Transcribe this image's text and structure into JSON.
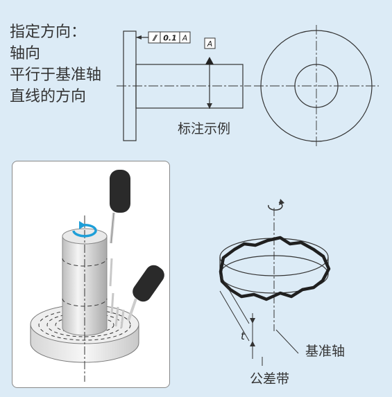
{
  "description_lines": [
    "指定方向：",
    "轴向",
    "平行于基准轴",
    "直线的方向"
  ],
  "top_drawing": {
    "caption": "标注示例",
    "frame_symbol": "⫽",
    "frame_tolerance": "0.1",
    "frame_datum": "A",
    "datum_box": "A"
  },
  "tolerance_zone": {
    "axis_label": "基准轴",
    "zone_label": "公差带",
    "t_label": "t"
  },
  "colors": {
    "background": "#dcebf6",
    "rotation_arrow": "#1e9fd8",
    "probe": "#2a2a2a",
    "line": "#333333"
  }
}
